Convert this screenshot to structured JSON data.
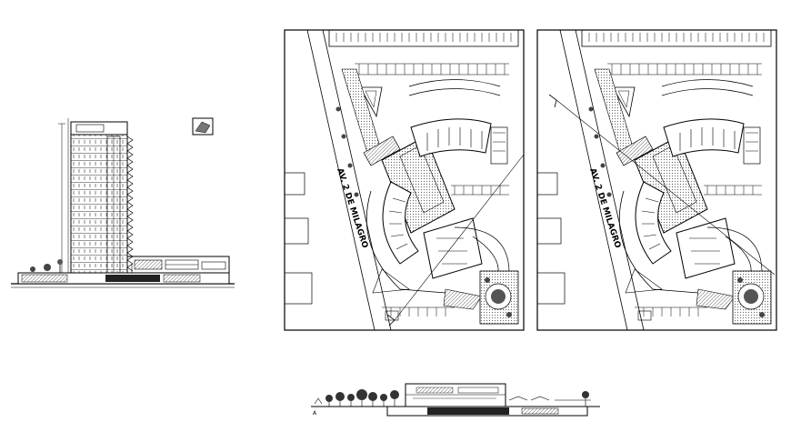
{
  "drawing": {
    "street_label_1": "AV. 2 DE MILAGRO",
    "street_label_2": "AV. 2 DE MILAGRO",
    "section_marker": "A"
  },
  "colors": {
    "ink": "#000000",
    "paper": "#ffffff",
    "hatch": "#7a7a7a",
    "greenery": "#555555"
  }
}
